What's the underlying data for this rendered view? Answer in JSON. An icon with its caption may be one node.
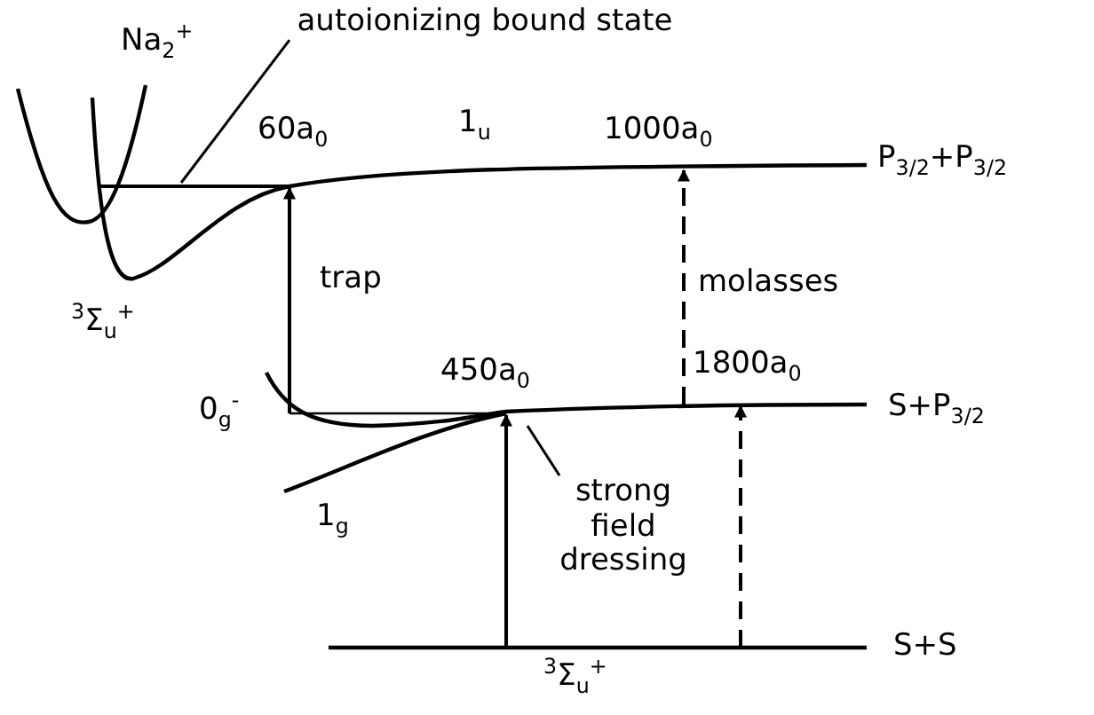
{
  "diagram": {
    "nodes": [
      {
        "text": [
          "autoionizing bound state"
        ]
      },
      {
        "text": [],
        "shape": "line"
      },
      {
        "text": [
          "strong field dressing"
        ]
      }
    ],
    "edges": [
      {
        "from": 0,
        "to": 1,
        "arrow": "none"
      },
      {
        "from": 2,
        "to": null,
        "arrow": "none"
      }
    ],
    "labels": [
      "Na$_{2}$$^{+}$",
      "60a$_{0}$",
      "1$_{u}$",
      "1000a$_{0}$",
      "P$_{3/2}$+P$_{3/2}$",
      "$^{3}$Σ$_{u}$$^{+}$",
      "trap",
      "molasses",
      "0$_{g}$$^{-}$",
      "450a$_{0}$",
      "1800a$_{0}$",
      "S+P$_{3/2}$",
      "1$_{g}$",
      "S+S",
      "$^{3}$Σ$_{u}$$^{+}$"
    ]
  }
}
